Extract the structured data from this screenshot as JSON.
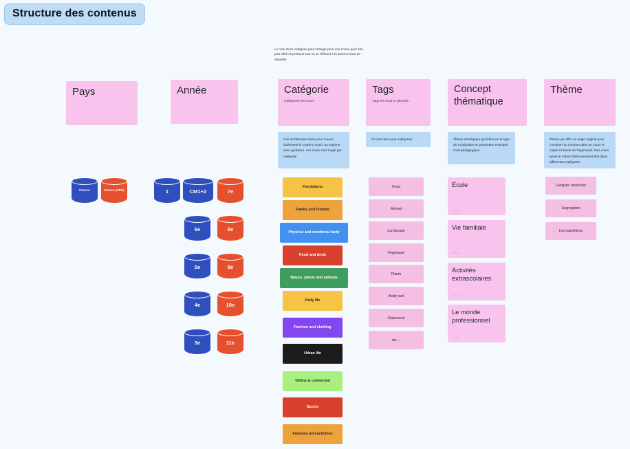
{
  "frame": {
    "title": "Structure des contenus"
  },
  "top_note": {
    "text": "Le nom d'une catégorie peut changer pour une année pour être plus ciblé et pertinent tout en se référant à la ameme base de données"
  },
  "colors": {
    "background": "#f4f9fd",
    "frame_chip": "#bfdcf5",
    "header_card": "#f8c4ee",
    "description_card": "#b9d9f6",
    "tag_chip": "#f5bee3",
    "cylinder_blue": "#2f4fbf",
    "cylinder_red": "#e5502e"
  },
  "columns": {
    "pays": {
      "title": "Pays",
      "subtitle": "",
      "items": [
        {
          "label": "France",
          "color": "blue"
        },
        {
          "label": "Suisse (PER)",
          "color": "red"
        }
      ]
    },
    "annee": {
      "title": "Année",
      "subtitle": "",
      "items_blue": [
        "1",
        "CM1+2",
        "6e",
        "5e",
        "4e",
        "3e"
      ],
      "items_red": [
        "7e",
        "8e",
        "9e",
        "10e",
        "11e"
      ]
    },
    "categorie": {
      "title": "Catégorie",
      "subtitle": "Catégorise les cours",
      "description": "Une architecture claire pour trouver facilement le contenu voulu, ou explorer avec guidance. Les cours sont rangé par catégorie",
      "chips": [
        {
          "label": "Fondations",
          "bg": "#f6c344",
          "fg": "#25282d",
          "wide": false
        },
        {
          "label": "Family and Friends",
          "bg": "#eea23c",
          "fg": "#25282d",
          "wide": false
        },
        {
          "label": "Physical and emotional body",
          "bg": "#4291f0",
          "fg": "#ffffff",
          "wide": true
        },
        {
          "label": "Food and drink",
          "bg": "#d6402c",
          "fg": "#ffffff",
          "wide": false
        },
        {
          "label": "Nature, plants and animals",
          "bg": "#3f9d5e",
          "fg": "#ffffff",
          "wide": true
        },
        {
          "label": "Daily life",
          "bg": "#f6c344",
          "fg": "#25282d",
          "wide": false
        },
        {
          "label": "Fashion and clothing",
          "bg": "#8446ef",
          "fg": "#ffffff",
          "wide": false
        },
        {
          "label": "Urban life",
          "bg": "#1c1c1c",
          "fg": "#ffffff",
          "wide": false
        },
        {
          "label": "Online & connected",
          "bg": "#a8f07e",
          "fg": "#25282d",
          "wide": false
        },
        {
          "label": "Sports",
          "bg": "#d6402c",
          "fg": "#ffffff",
          "wide": false
        },
        {
          "label": "Interests and activities",
          "bg": "#eea23c",
          "fg": "#25282d",
          "wide": false
        }
      ]
    },
    "tags": {
      "title": "Tags",
      "subtitle": "Tags les mots et phrases",
      "description": "Ce sont des sous-catégories",
      "chips": [
        "Food",
        "Animal",
        "Landscape",
        "Vegetarian",
        "Plants",
        "Body part",
        "Classroom",
        "etc ..."
      ]
    },
    "concept_thematique": {
      "title": "Concept thématique",
      "subtitle": "",
      "description": "Thème stratégique qui influence le type de vocabulaire et grammaire enseigné. Goal pédagogique",
      "cards": [
        {
          "title": "École",
          "footer": "Groupe"
        },
        {
          "title": "Vie familiale",
          "footer": "Groupe"
        },
        {
          "title": "Activités extrascolaires",
          "footer": "Groupe"
        },
        {
          "title": "Le monde professionnel",
          "footer": "Groupe"
        }
      ]
    },
    "theme": {
      "title": "Thème",
      "subtitle": "",
      "description": "Thème qui offre un angle original pour combiner du contenu dans un cours et capter l'intérets de l'apprenant. Des cours ayant le même thème peuvent être dans différentes catégories",
      "chips": [
        "Gangster américain",
        "Segregation",
        "Les superhéros"
      ]
    }
  }
}
